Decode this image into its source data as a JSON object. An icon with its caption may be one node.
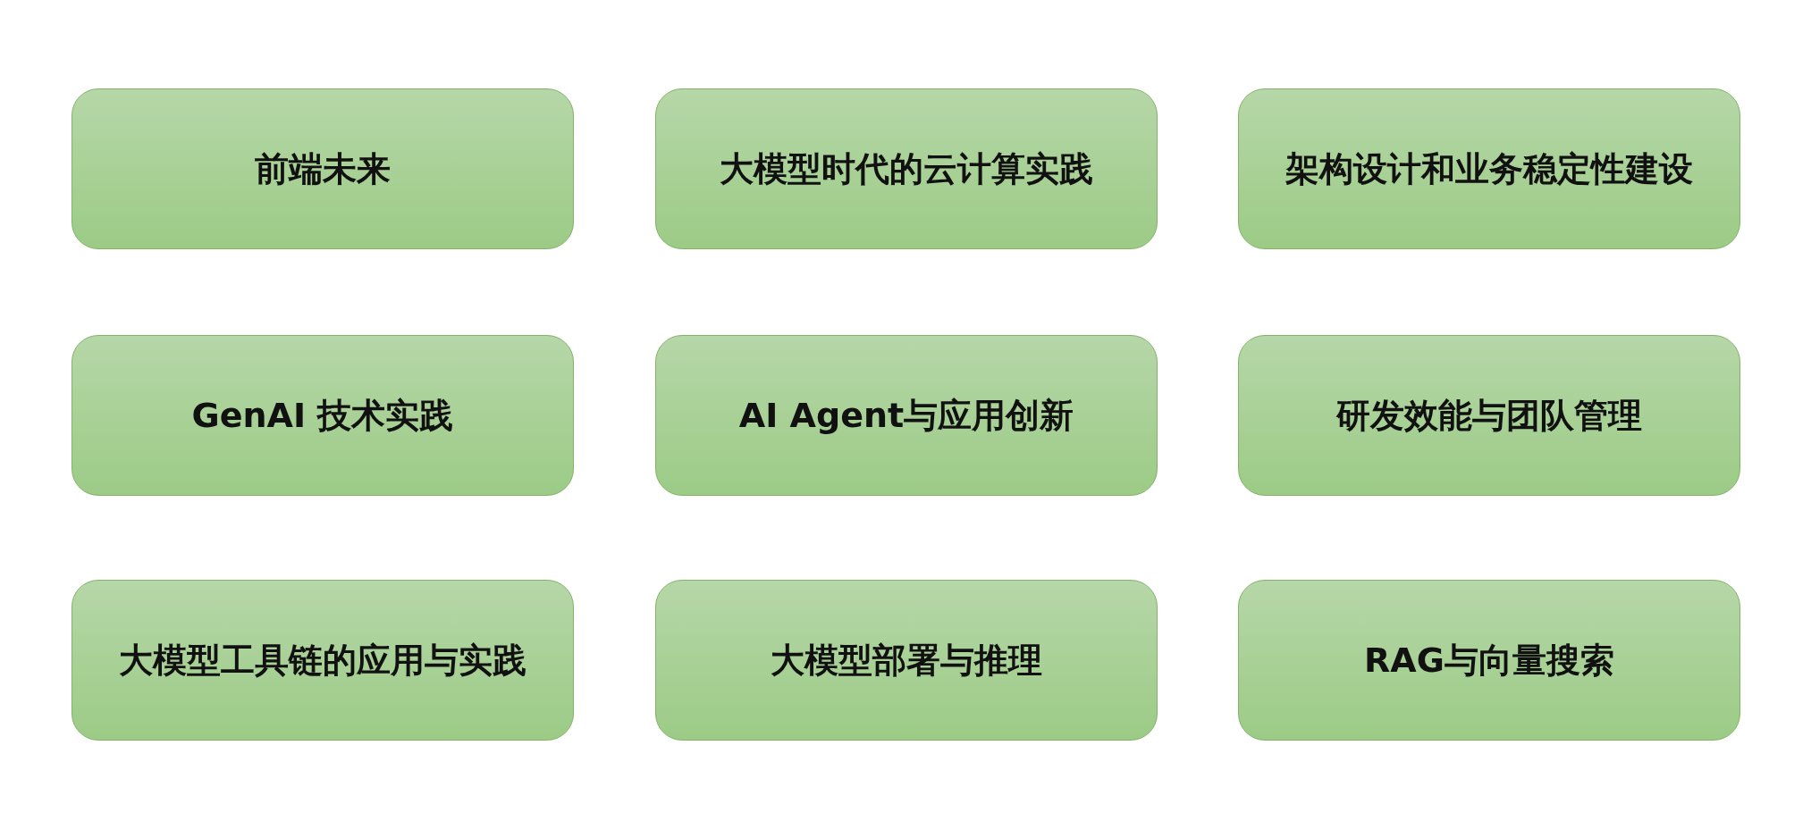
{
  "diagram": {
    "nodes": [
      {
        "text": [
          "前端未来"
        ]
      },
      {
        "text": [
          "大模型时代的云计算实践"
        ]
      },
      {
        "text": [
          "架构设计和业务稳定性建设"
        ]
      },
      {
        "text": [
          "GenAI 技术实践"
        ]
      },
      {
        "text": [
          "AI Agent与应用创新"
        ]
      },
      {
        "text": [
          "研发效能与团队管理"
        ]
      },
      {
        "text": [
          "大模型工具链的应用与实践"
        ]
      },
      {
        "text": [
          "大模型部署与推理"
        ]
      },
      {
        "text": [
          "RAG与向量搜索"
        ]
      }
    ]
  }
}
